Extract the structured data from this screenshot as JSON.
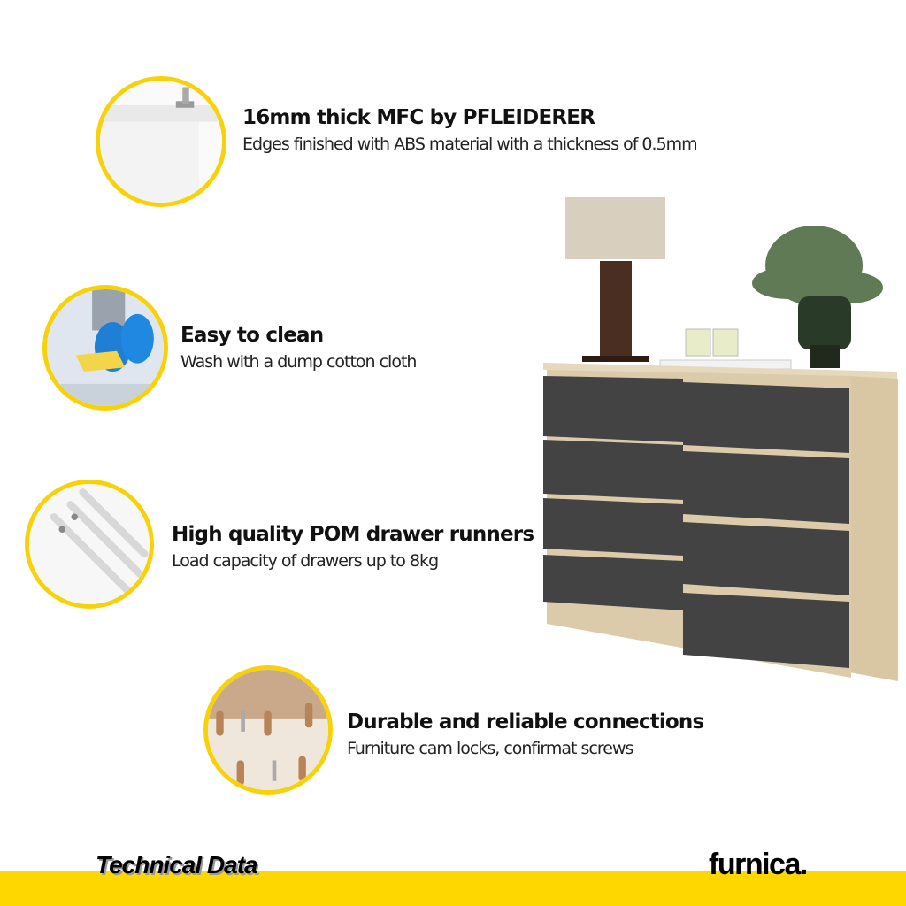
{
  "features": [
    {
      "title": "16mm thick MFC  by PFLEIDERER",
      "description": "Edges  finished with ABS material with a thickness of 0.5mm",
      "icon": "mfc-board-edge-icon"
    },
    {
      "title": "Easy to clean",
      "description": "Wash with a dump cotton cloth",
      "icon": "cleaning-gloves-icon"
    },
    {
      "title": "High quality POM drawer runners",
      "description": "Load capacity of drawers up to 8kg",
      "icon": "drawer-runners-icon"
    },
    {
      "title": "Durable and reliable connections",
      "description": "Furniture cam locks, confirmat screws",
      "icon": "cam-lock-dowels-icon"
    }
  ],
  "footer": {
    "section_label": "Technical Data",
    "brand": "furnica."
  },
  "colors": {
    "accent": "#fed700",
    "drawer_front": "#434343",
    "carcass": "#dccbaa"
  }
}
